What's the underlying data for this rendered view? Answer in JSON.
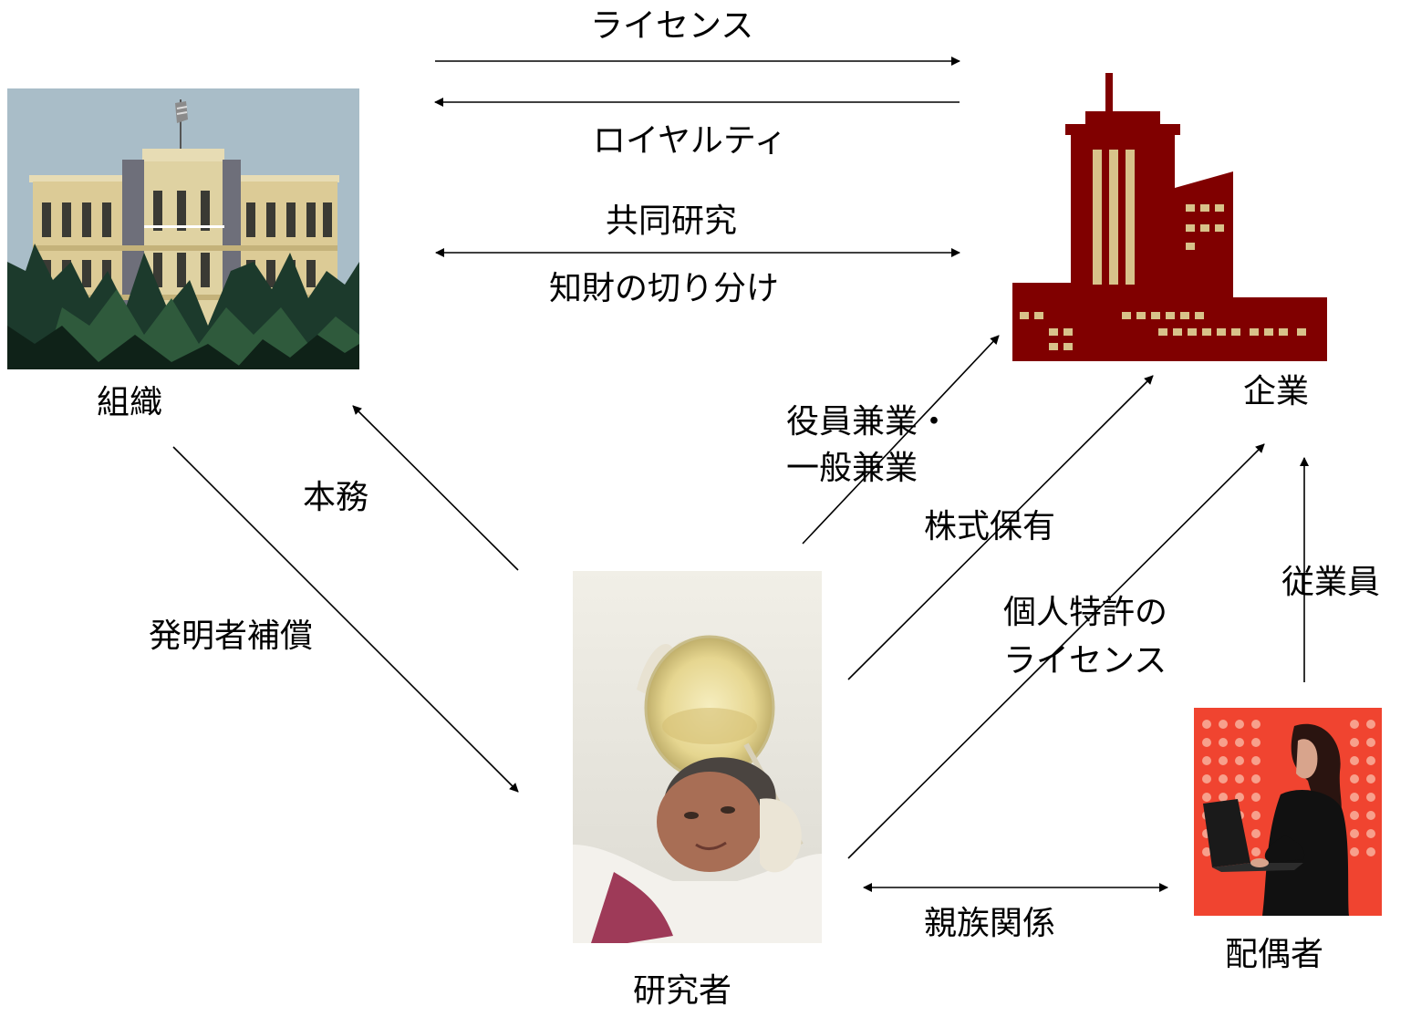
{
  "nodes": {
    "organization": "組織",
    "company": "企業",
    "researcher": "研究者",
    "spouse": "配偶者"
  },
  "edges": {
    "license": "ライセンス",
    "royalty": "ロイヤルティ",
    "joint_research": "共同研究",
    "ip_split": "知財の切り分け",
    "main_duty": "本務",
    "inventor_compensation": "発明者補償",
    "officer_side_job_line1": "役員兼業・",
    "officer_side_job_line2": "一般兼業",
    "shareholding": "株式保有",
    "personal_patent_line1": "個人特許の",
    "personal_patent_line2": "ライセンス",
    "employee": "従業員",
    "family_relation": "親族関係"
  },
  "icons": {
    "organization": "university-building-illustration",
    "company": "corporate-tower-icon",
    "researcher": "scientist-with-petri-dish-photo",
    "spouse": "businesswoman-with-laptop-icon"
  },
  "colors": {
    "company_maroon": "#800000",
    "company_windows": "#d8c28a",
    "spouse_bg": "#f04430",
    "sky": "#a9bdc8"
  }
}
